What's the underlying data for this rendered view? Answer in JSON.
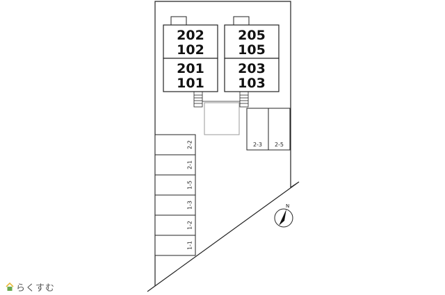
{
  "building": {
    "units": [
      {
        "upper": "202",
        "lower": "102"
      },
      {
        "upper": "205",
        "lower": "105"
      },
      {
        "upper": "201",
        "lower": "101"
      },
      {
        "upper": "203",
        "lower": "103"
      }
    ]
  },
  "parking_right": [
    "2-3",
    "2-5"
  ],
  "parking_left": [
    "2-2",
    "2-1",
    "1-5",
    "1-3",
    "1-2",
    "1-1"
  ],
  "compass": {
    "label": "N"
  },
  "brand": {
    "name": "らくすむ",
    "icon": "house-icon",
    "colors": [
      "#e9b93a",
      "#6aa84f"
    ]
  }
}
